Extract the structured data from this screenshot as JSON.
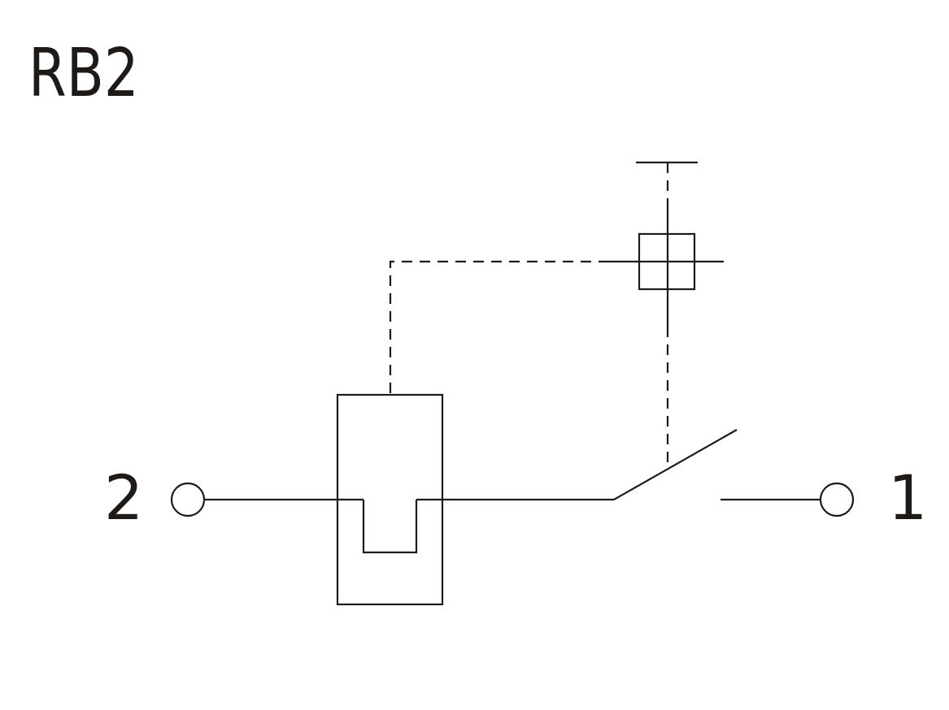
{
  "title": "RB2",
  "terminals": {
    "left_label": "2",
    "right_label": "1"
  },
  "colors": {
    "line": "#1f1a17",
    "background": "#ffffff"
  }
}
